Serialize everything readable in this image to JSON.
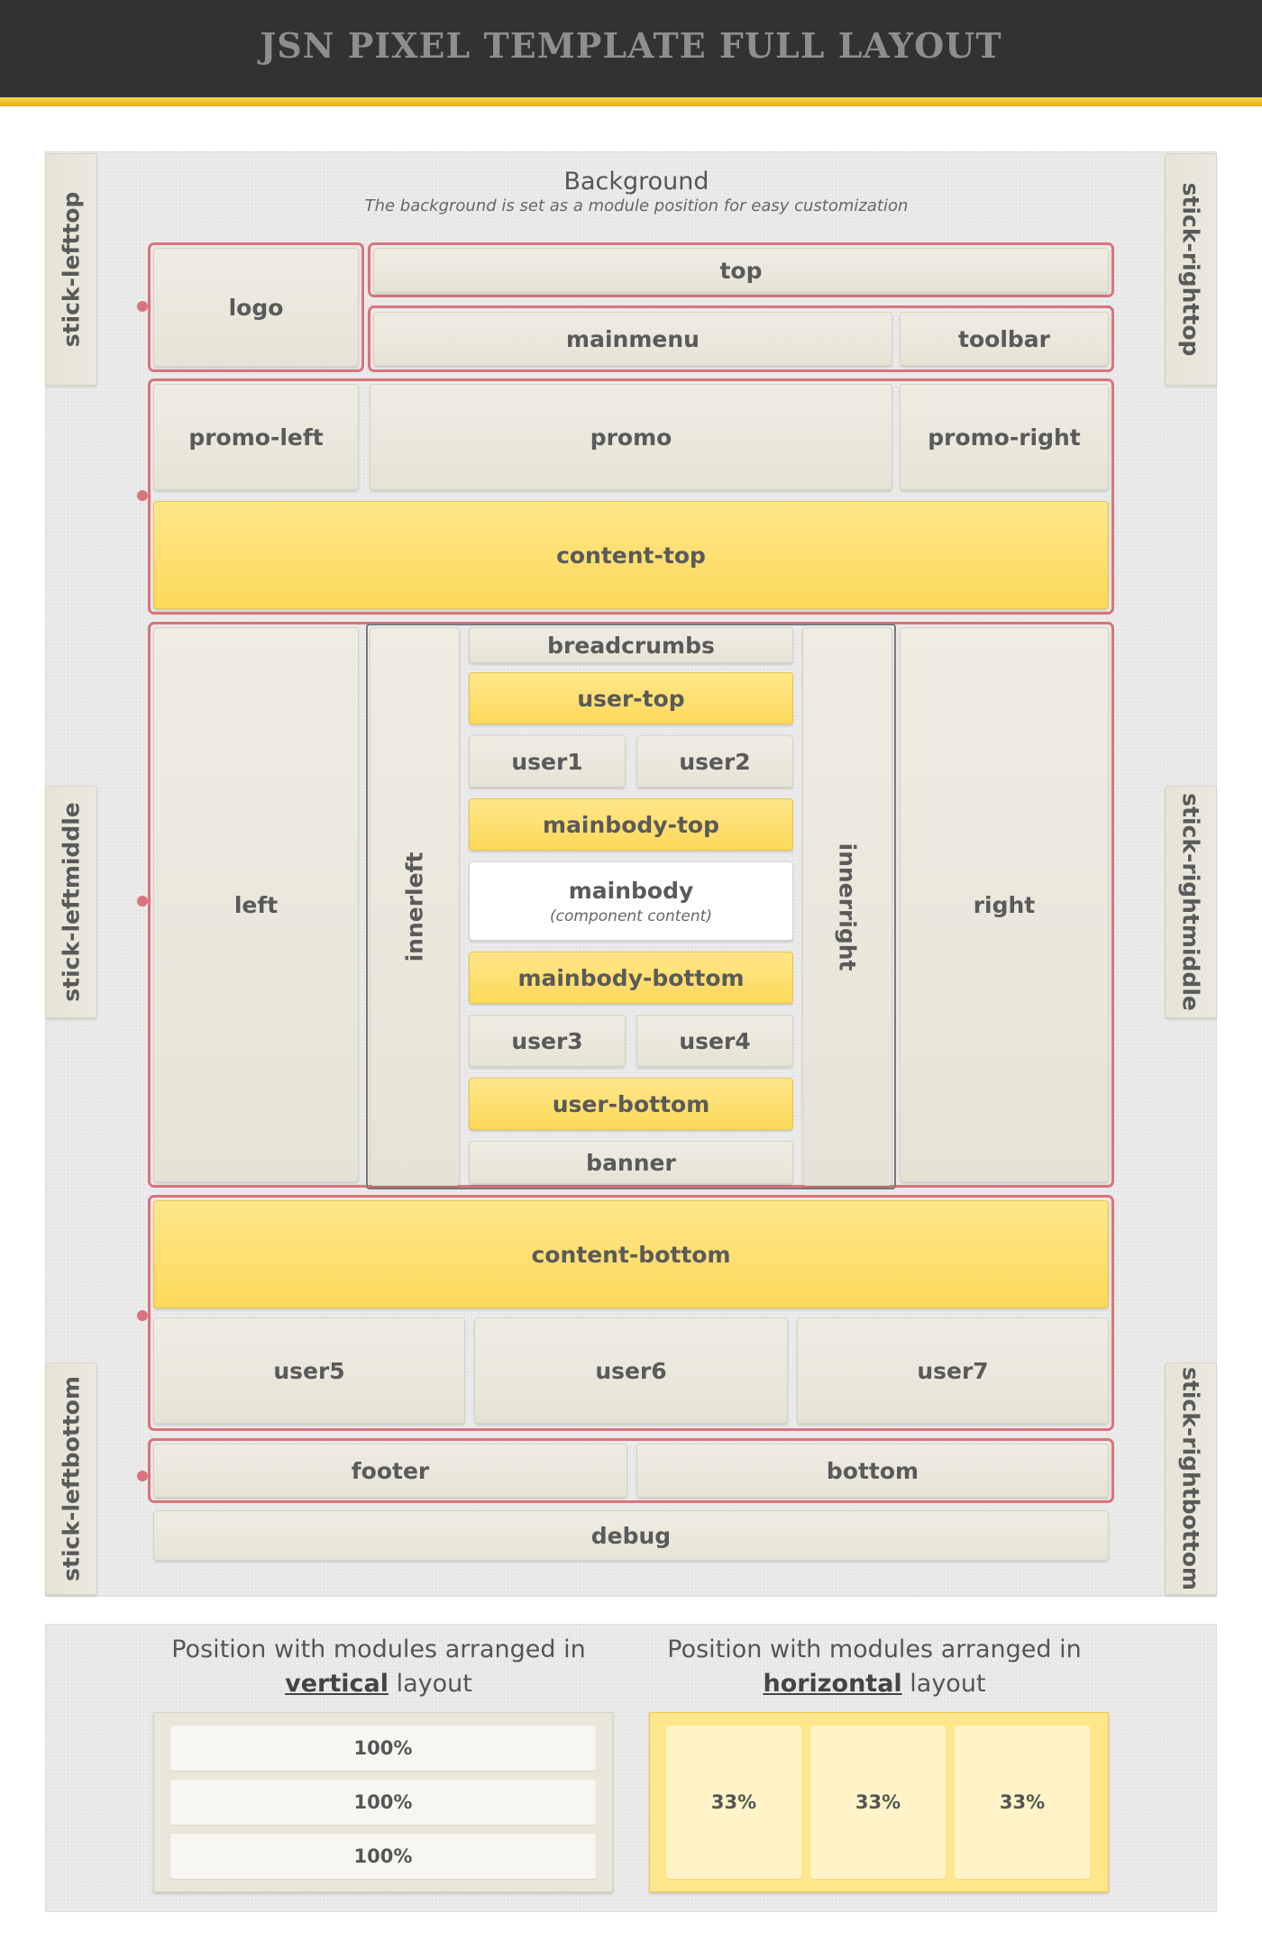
{
  "title": "JSN PIXEL TEMPLATE FULL LAYOUT",
  "background": {
    "label": "Background",
    "note": "The background is set as a module position for easy customization"
  },
  "sticks": {
    "lefttop": "stick-lefttop",
    "leftmiddle": "stick-leftmiddle",
    "leftbottom": "stick-leftbottom",
    "righttop": "stick-righttop",
    "rightmiddle": "stick-rightmiddle",
    "rightbottom": "stick-rightbottom"
  },
  "modules": {
    "logo": "logo",
    "top": "top",
    "mainmenu": "mainmenu",
    "toolbar": "toolbar",
    "promo_left": "promo-left",
    "promo": "promo",
    "promo_right": "promo-right",
    "content_top": "content-top",
    "left": "left",
    "innerleft": "innerleft",
    "breadcrumbs": "breadcrumbs",
    "user_top": "user-top",
    "user1": "user1",
    "user2": "user2",
    "mainbody_top": "mainbody-top",
    "mainbody": "mainbody",
    "mainbody_note": "(component content)",
    "mainbody_bottom": "mainbody-bottom",
    "user3": "user3",
    "user4": "user4",
    "user_bottom": "user-bottom",
    "banner": "banner",
    "innerright": "innerright",
    "right": "right",
    "content_bottom": "content-bottom",
    "user5": "user5",
    "user6": "user6",
    "user7": "user7",
    "footer": "footer",
    "bottom": "bottom",
    "debug": "debug"
  },
  "legend": {
    "vertical": {
      "line1": "Position with modules arranged in",
      "keyword": "vertical",
      "suffix": "layout",
      "items": [
        "100%",
        "100%",
        "100%"
      ]
    },
    "horizontal": {
      "line1": "Position with modules arranged in",
      "keyword": "horizontal",
      "suffix": "layout",
      "items": [
        "33%",
        "33%",
        "33%"
      ]
    }
  },
  "colors": {
    "header": "#323232",
    "accent_yellow": "#fcd95a",
    "module_beige": "#e9e6da",
    "group_border": "#d9747a"
  }
}
